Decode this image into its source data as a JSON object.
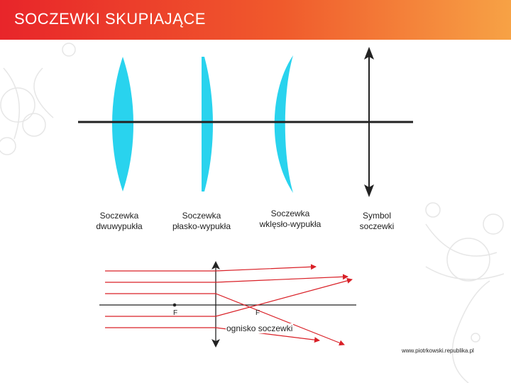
{
  "slide": {
    "title": "SOCZEWKI SKUPIAJĄCE"
  },
  "lenses": [
    {
      "line1": "Soczewka",
      "line2": "dwuwypukła"
    },
    {
      "line1": "Soczewka",
      "line2": "płasko-wypukła"
    },
    {
      "line1": "Soczewka",
      "line2": "wklęsło-wypukła"
    },
    {
      "line1": "Symbol",
      "line2": "soczewki"
    }
  ],
  "ray_diagram": {
    "focus_left_label": "F",
    "focus_right_label": "F",
    "caption": "ognisko soczewki"
  },
  "footer": {
    "url": "www.piotrkowski.republika.pl"
  },
  "colors": {
    "title_gradient_start": "#e8252a",
    "title_gradient_end": "#f7a245",
    "lens_fill": "#29d3ee",
    "ray": "#d92027",
    "axis": "#222222"
  }
}
